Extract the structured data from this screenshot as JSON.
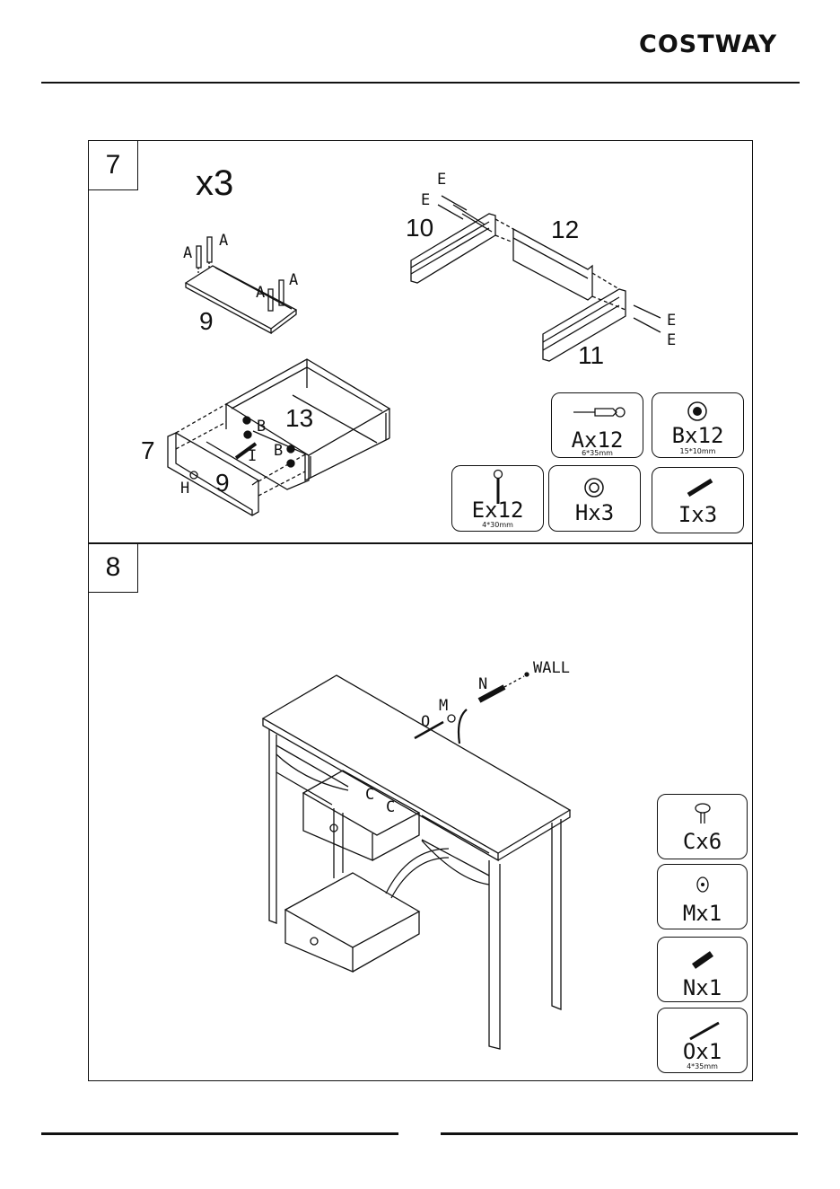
{
  "header": {
    "brand": "COSTWAY"
  },
  "step7": {
    "number": "7",
    "multiplier": "x3",
    "part_labels": {
      "p9a": "9",
      "p9b": "9",
      "p10": "10",
      "p11": "11",
      "p12": "12",
      "p13": "13",
      "p7": "7"
    },
    "letter_labels": {
      "a1": "A",
      "a2": "A",
      "a3": "A",
      "a4": "A",
      "e1": "E",
      "e2": "E",
      "e3": "E",
      "e4": "E",
      "b1": "B",
      "b2": "B",
      "i": "I",
      "h": "H"
    },
    "hardware": [
      {
        "label": "Ax12",
        "spec": "6*35mm"
      },
      {
        "label": "Bx12",
        "spec": "15*10mm"
      },
      {
        "label": "Ex12",
        "spec": "4*30mm"
      },
      {
        "label": "Hx3",
        "spec": ""
      },
      {
        "label": "Ix3",
        "spec": ""
      }
    ]
  },
  "step8": {
    "number": "8",
    "labels": {
      "wall": "WALL",
      "n": "N",
      "m": "M",
      "o": "O",
      "c1": "C",
      "c2": "C"
    },
    "hardware": [
      {
        "label": "Cx6",
        "spec": ""
      },
      {
        "label": "Mx1",
        "spec": ""
      },
      {
        "label": "Nx1",
        "spec": ""
      },
      {
        "label": "Ox1",
        "spec": "4*35mm"
      }
    ]
  }
}
